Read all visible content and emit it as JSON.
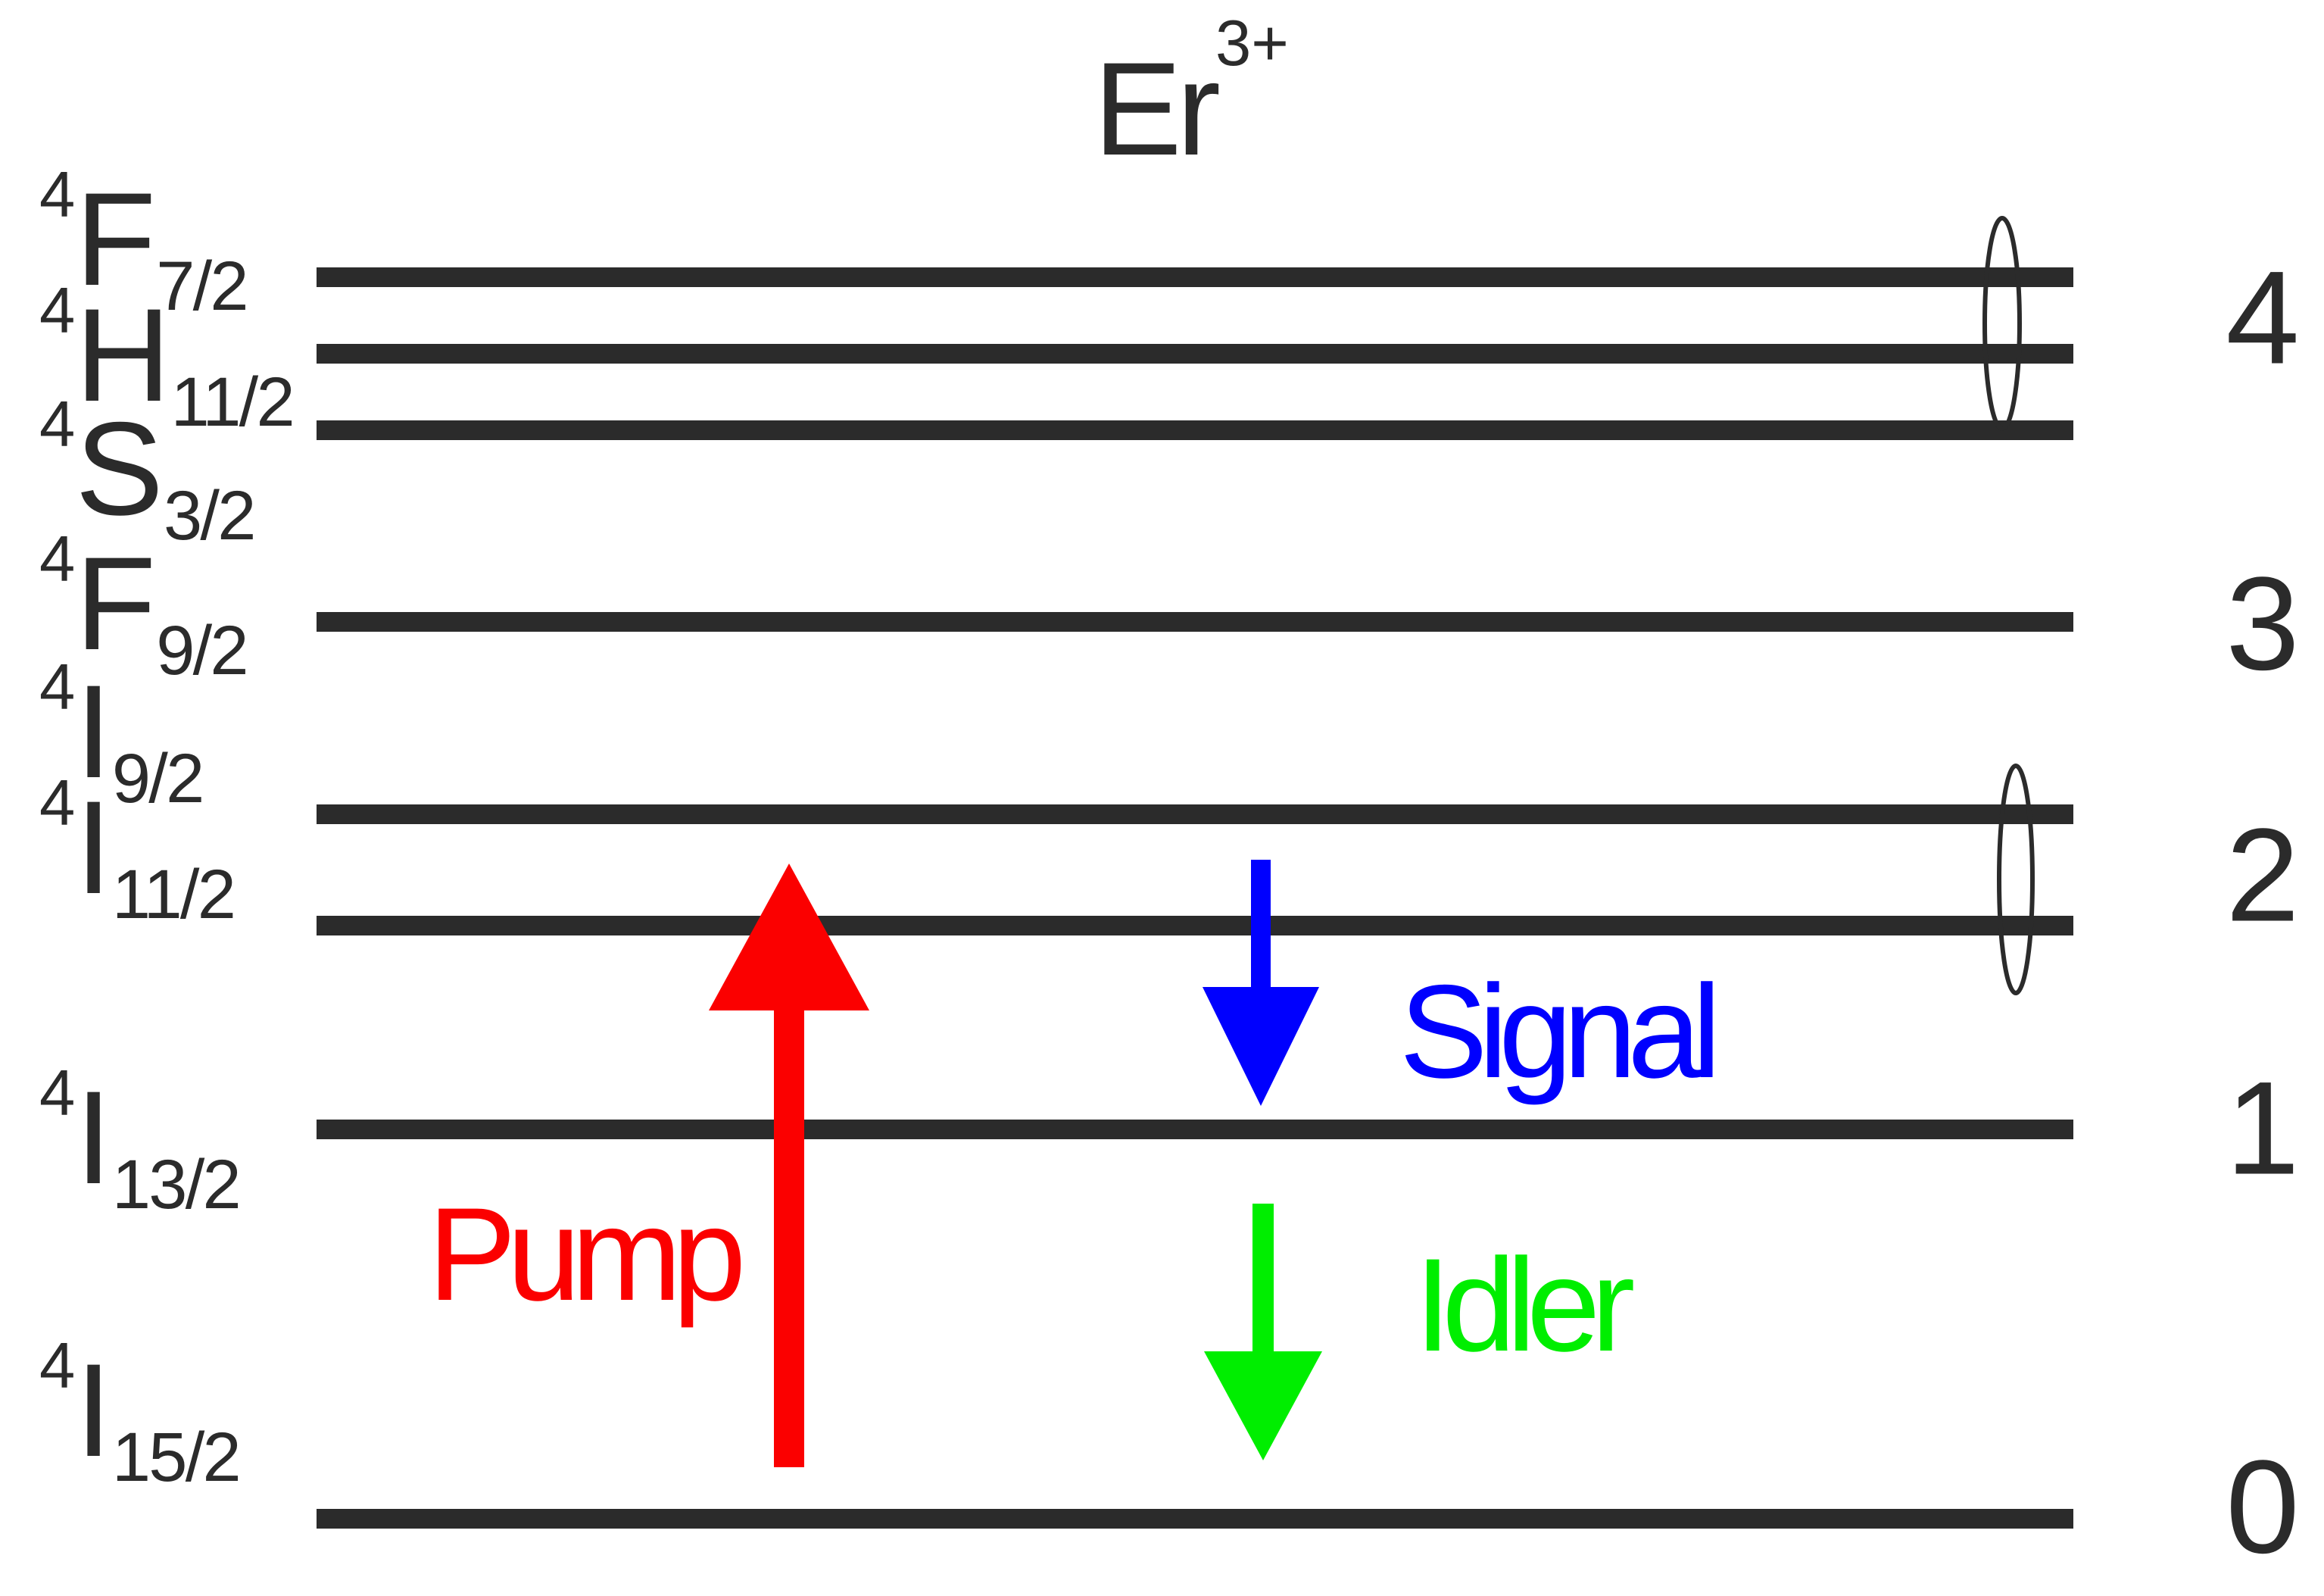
{
  "title": {
    "element": "Er",
    "charge": "3+"
  },
  "levels": [
    {
      "sup": "4",
      "letter": "F",
      "sub": "7/2"
    },
    {
      "sup": "4",
      "letter": "H",
      "sub": "11/2"
    },
    {
      "sup": "4",
      "letter": "S",
      "sub": "3/2"
    },
    {
      "sup": "4",
      "letter": "F",
      "sub": "9/2"
    },
    {
      "sup": "4",
      "letter": "I",
      "sub": "9/2"
    },
    {
      "sup": "4",
      "letter": "I",
      "sub": "11/2"
    },
    {
      "sup": "4",
      "letter": "I",
      "sub": "13/2"
    },
    {
      "sup": "4",
      "letter": "I",
      "sub": "15/2"
    }
  ],
  "group_numbers": [
    "4",
    "3",
    "2",
    "1",
    "0"
  ],
  "transitions": {
    "pump": {
      "label": "Pump",
      "color": "#fb0000",
      "direction": "up"
    },
    "signal": {
      "label": "Signal",
      "color": "#0000fe",
      "direction": "down"
    },
    "idler": {
      "label": "Idler",
      "color": "#00ee00",
      "direction": "down"
    }
  },
  "colors": {
    "level_line": "#2b2b2b",
    "text": "#2b2b2b",
    "background": "#ffffff"
  }
}
